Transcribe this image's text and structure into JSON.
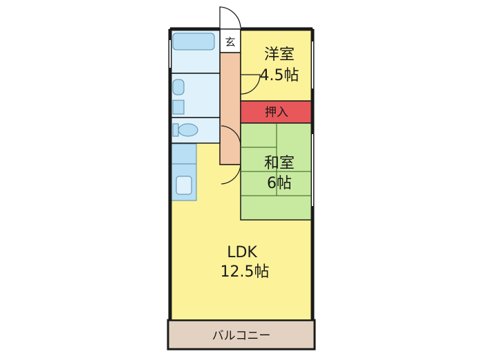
{
  "floor_plan": {
    "rooms": {
      "western": {
        "name": "洋室",
        "size": "4.5帖"
      },
      "closet": {
        "name": "押入"
      },
      "japanese": {
        "name": "和室",
        "size": "6帖"
      },
      "ldk": {
        "name": "LDK",
        "size": "12.5帖"
      },
      "entrance": {
        "name": "玄"
      },
      "balcony": {
        "name": "バルコニー"
      }
    },
    "colors": {
      "western": "#fbf29a",
      "japanese": "#c8eaa0",
      "tatami_line": "#2f5a1a",
      "closet": "#e8585a",
      "ldk": "#fbf29a",
      "corridor": "#f2c8a8",
      "wet_area": "#dff1fb",
      "kitchen": "#b8dff3",
      "balcony": "#e3d2c2",
      "wall": "#1a1a1a"
    }
  }
}
